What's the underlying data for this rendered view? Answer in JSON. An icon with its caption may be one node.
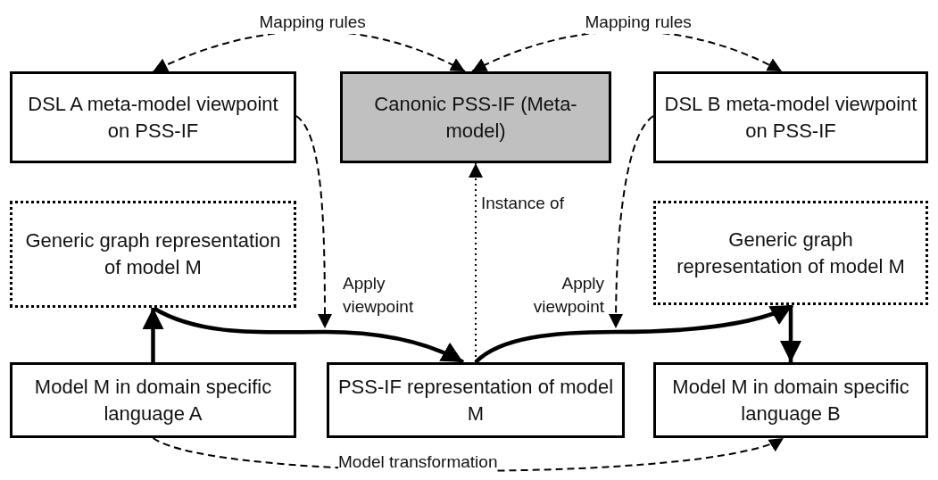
{
  "diagram": {
    "nodes": [
      {
        "text": [
          "DSL A meta-model viewpoint on PSS-IF"
        ]
      },
      {
        "text": [
          "Canonic PSS-IF (Meta-model)"
        ]
      },
      {
        "text": [
          "DSL B meta-model viewpoint on PSS-IF"
        ]
      },
      {
        "text": [
          "Generic graph representation of model M"
        ]
      },
      {
        "text": [
          "Generic graph representation of model M"
        ]
      },
      {
        "text": [
          "Model M in domain specific language A"
        ]
      },
      {
        "text": [
          "PSS-IF representation of model M"
        ]
      },
      {
        "text": [
          "Model M in domain specific language B"
        ]
      }
    ],
    "edges": [
      {
        "from": 1,
        "to": 0,
        "arrow": "both",
        "style": "dashed",
        "label": "Mapping rules"
      },
      {
        "from": 1,
        "to": 2,
        "arrow": "both",
        "style": "dashed",
        "label": "Mapping rules"
      },
      {
        "from": 0,
        "to": null,
        "arrow": "to",
        "style": "dashed",
        "label": "Apply viewpoint"
      },
      {
        "from": 2,
        "to": null,
        "arrow": "to",
        "style": "dashed",
        "label": "Apply viewpoint"
      },
      {
        "from": 6,
        "to": 1,
        "arrow": "to",
        "style": "dashed",
        "label": "Instance of"
      },
      {
        "from": 5,
        "to": 3,
        "arrow": "to",
        "style": "thick"
      },
      {
        "from": 3,
        "to": 6,
        "arrow": "to",
        "style": "thick"
      },
      {
        "from": 6,
        "to": 4,
        "arrow": "to",
        "style": "thick"
      },
      {
        "from": 4,
        "to": 7,
        "arrow": "to",
        "style": "thick"
      },
      {
        "from": 5,
        "to": 7,
        "arrow": "to",
        "style": "dashed",
        "label": "Model transformation"
      }
    ]
  }
}
